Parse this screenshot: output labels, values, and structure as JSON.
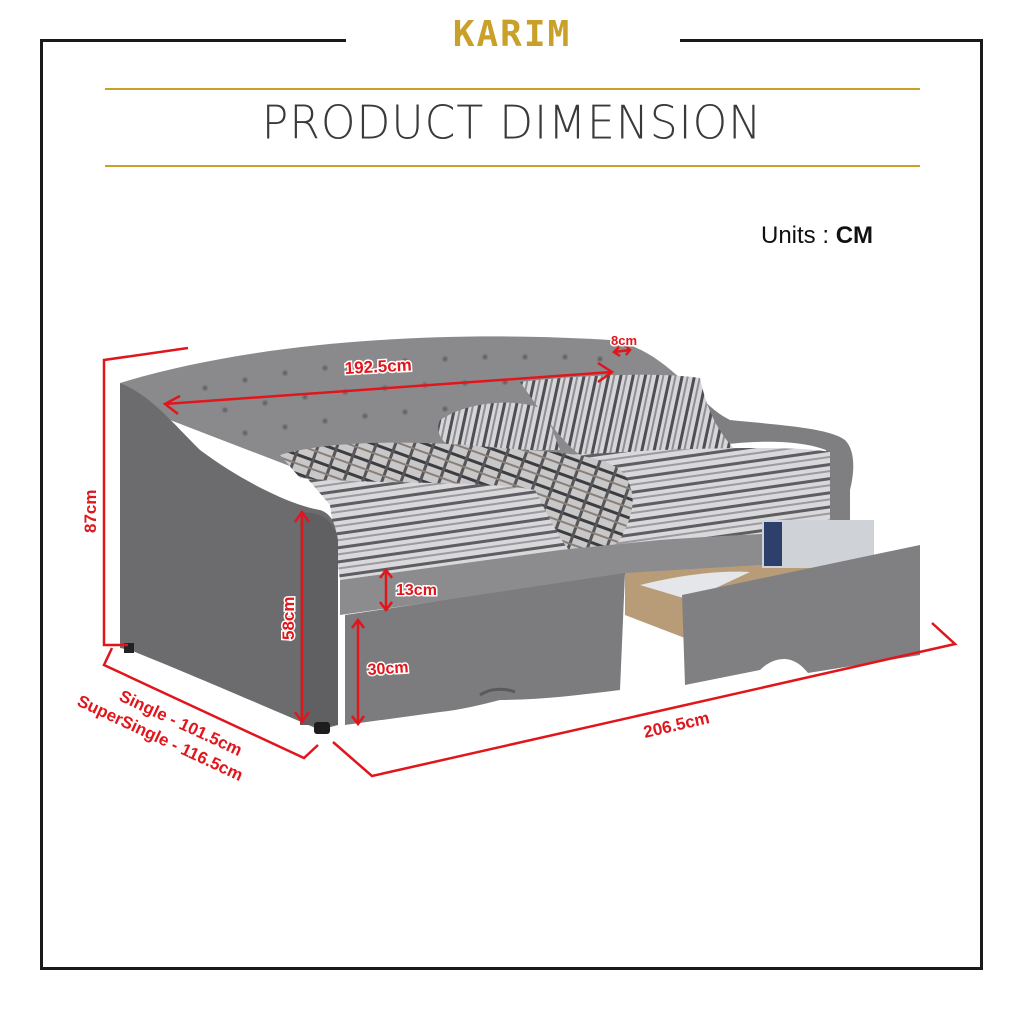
{
  "brand": "KARIM",
  "title": "PRODUCT DIMENSION",
  "units": {
    "label": "Units : ",
    "value": "CM"
  },
  "colors": {
    "gold": "#c9a02a",
    "frame": "#1a1a1a",
    "dimension_red": "#e0161c",
    "fabric_grey": "#7a7a7c",
    "title_text": "#3a3a3a"
  },
  "product": "Upholstered tufted daybed with two pull-out drawers",
  "dimensions": {
    "headboard_length": "192.5cm",
    "armrest_thickness": "8cm",
    "total_height": "87cm",
    "side_height": "58cm",
    "mattress_base": "13cm",
    "drawer_height": "30cm",
    "total_length": "206.5cm",
    "width_single": "Single - 101.5cm",
    "width_supersingle": "SuperSingle - 116.5cm"
  }
}
